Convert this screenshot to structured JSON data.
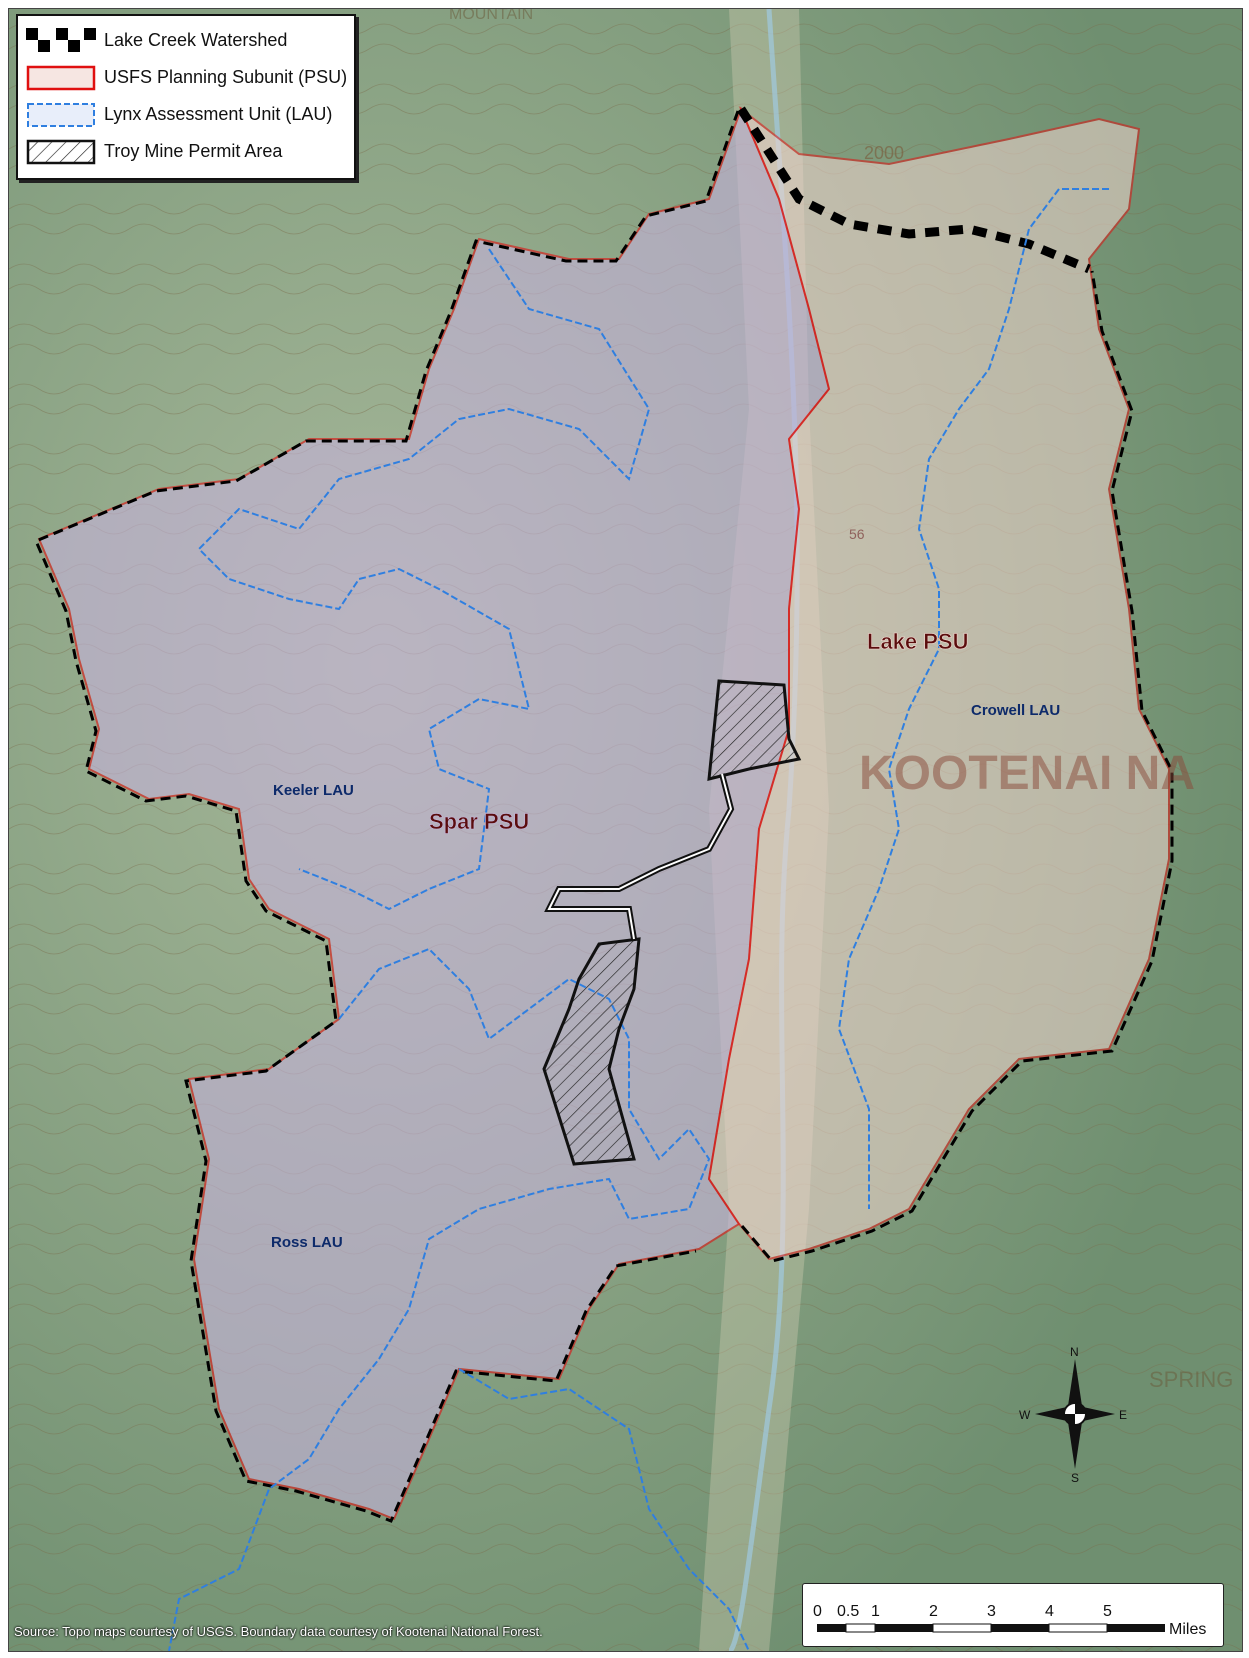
{
  "legend": {
    "items": [
      {
        "label": "Lake Creek Watershed",
        "symbol": "checker-dash-black-white"
      },
      {
        "label": "USFS Planning Subunit (PSU)",
        "symbol": "red-outline"
      },
      {
        "label": "Lynx Assessment Unit (LAU)",
        "symbol": "blue-dashed-outline"
      },
      {
        "label": "Troy Mine Permit Area",
        "symbol": "black-hatched"
      }
    ]
  },
  "map": {
    "labels": {
      "lake_psu": "Lake PSU",
      "spar_psu": "Spar PSU",
      "crowell_lau": "Crowell LAU",
      "keeler_lau": "Keeler LAU",
      "ross_lau": "Ross LAU"
    },
    "background_labels": [
      "KOOTENAI NA",
      "2000",
      "56",
      "MOUNTAIN",
      "SPRING"
    ],
    "colors": {
      "psu_outline": "#e01010",
      "lau_outline": "#2f7fe0",
      "watershed_dash": "#000000",
      "spar_fill": "#c7b3dc",
      "lake_fill": "#f3d6d0",
      "permit_hatch": "#222222"
    }
  },
  "compass": {
    "n": "N",
    "s": "S",
    "e": "E",
    "w": "W"
  },
  "scale": {
    "ticks": [
      "0",
      "0.5",
      "1",
      "2",
      "3",
      "4",
      "5"
    ],
    "unit": "Miles"
  },
  "source": "Source: Topo maps courtesy of USGS. Boundary data courtesy of Kootenai National Forest."
}
